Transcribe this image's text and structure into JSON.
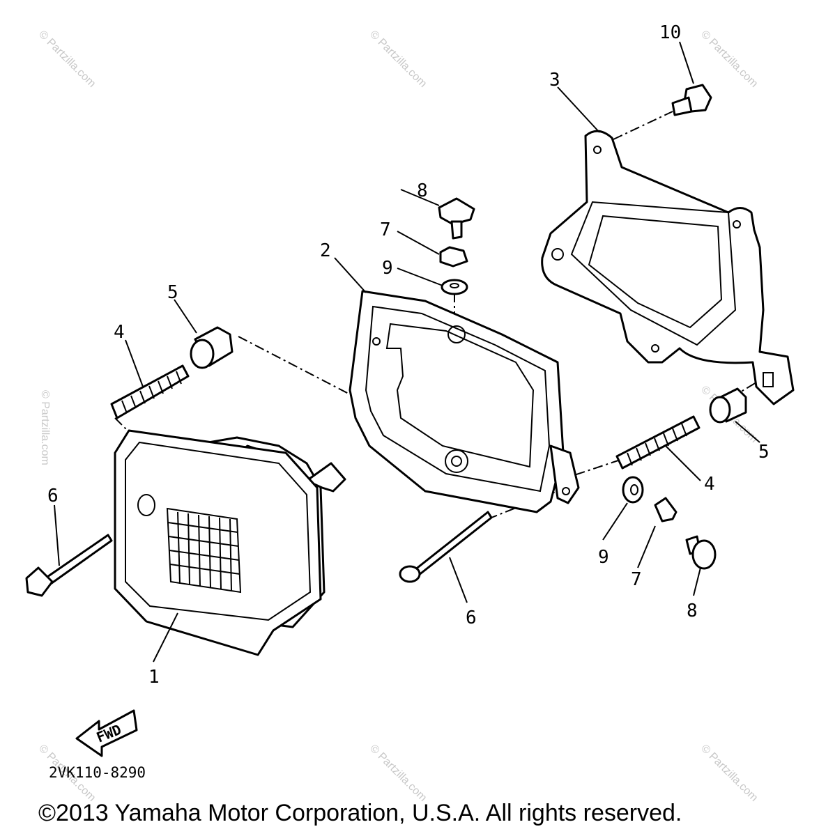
{
  "diagram": {
    "callouts": {
      "c1": "1",
      "c2": "2",
      "c3": "3",
      "c4a": "4",
      "c4b": "4",
      "c5a": "5",
      "c5b": "5",
      "c6a": "6",
      "c6b": "6",
      "c7a": "7",
      "c7b": "7",
      "c8a": "8",
      "c8b": "8",
      "c9a": "9",
      "c9b": "9",
      "c10": "10"
    },
    "fwd_label": "FWD",
    "part_code": "2VK110-8290",
    "watermark": "© Partzilla.com"
  },
  "footer": {
    "copyright": "©2013 Yamaha Motor Corporation, U.S.A. All rights reserved."
  }
}
